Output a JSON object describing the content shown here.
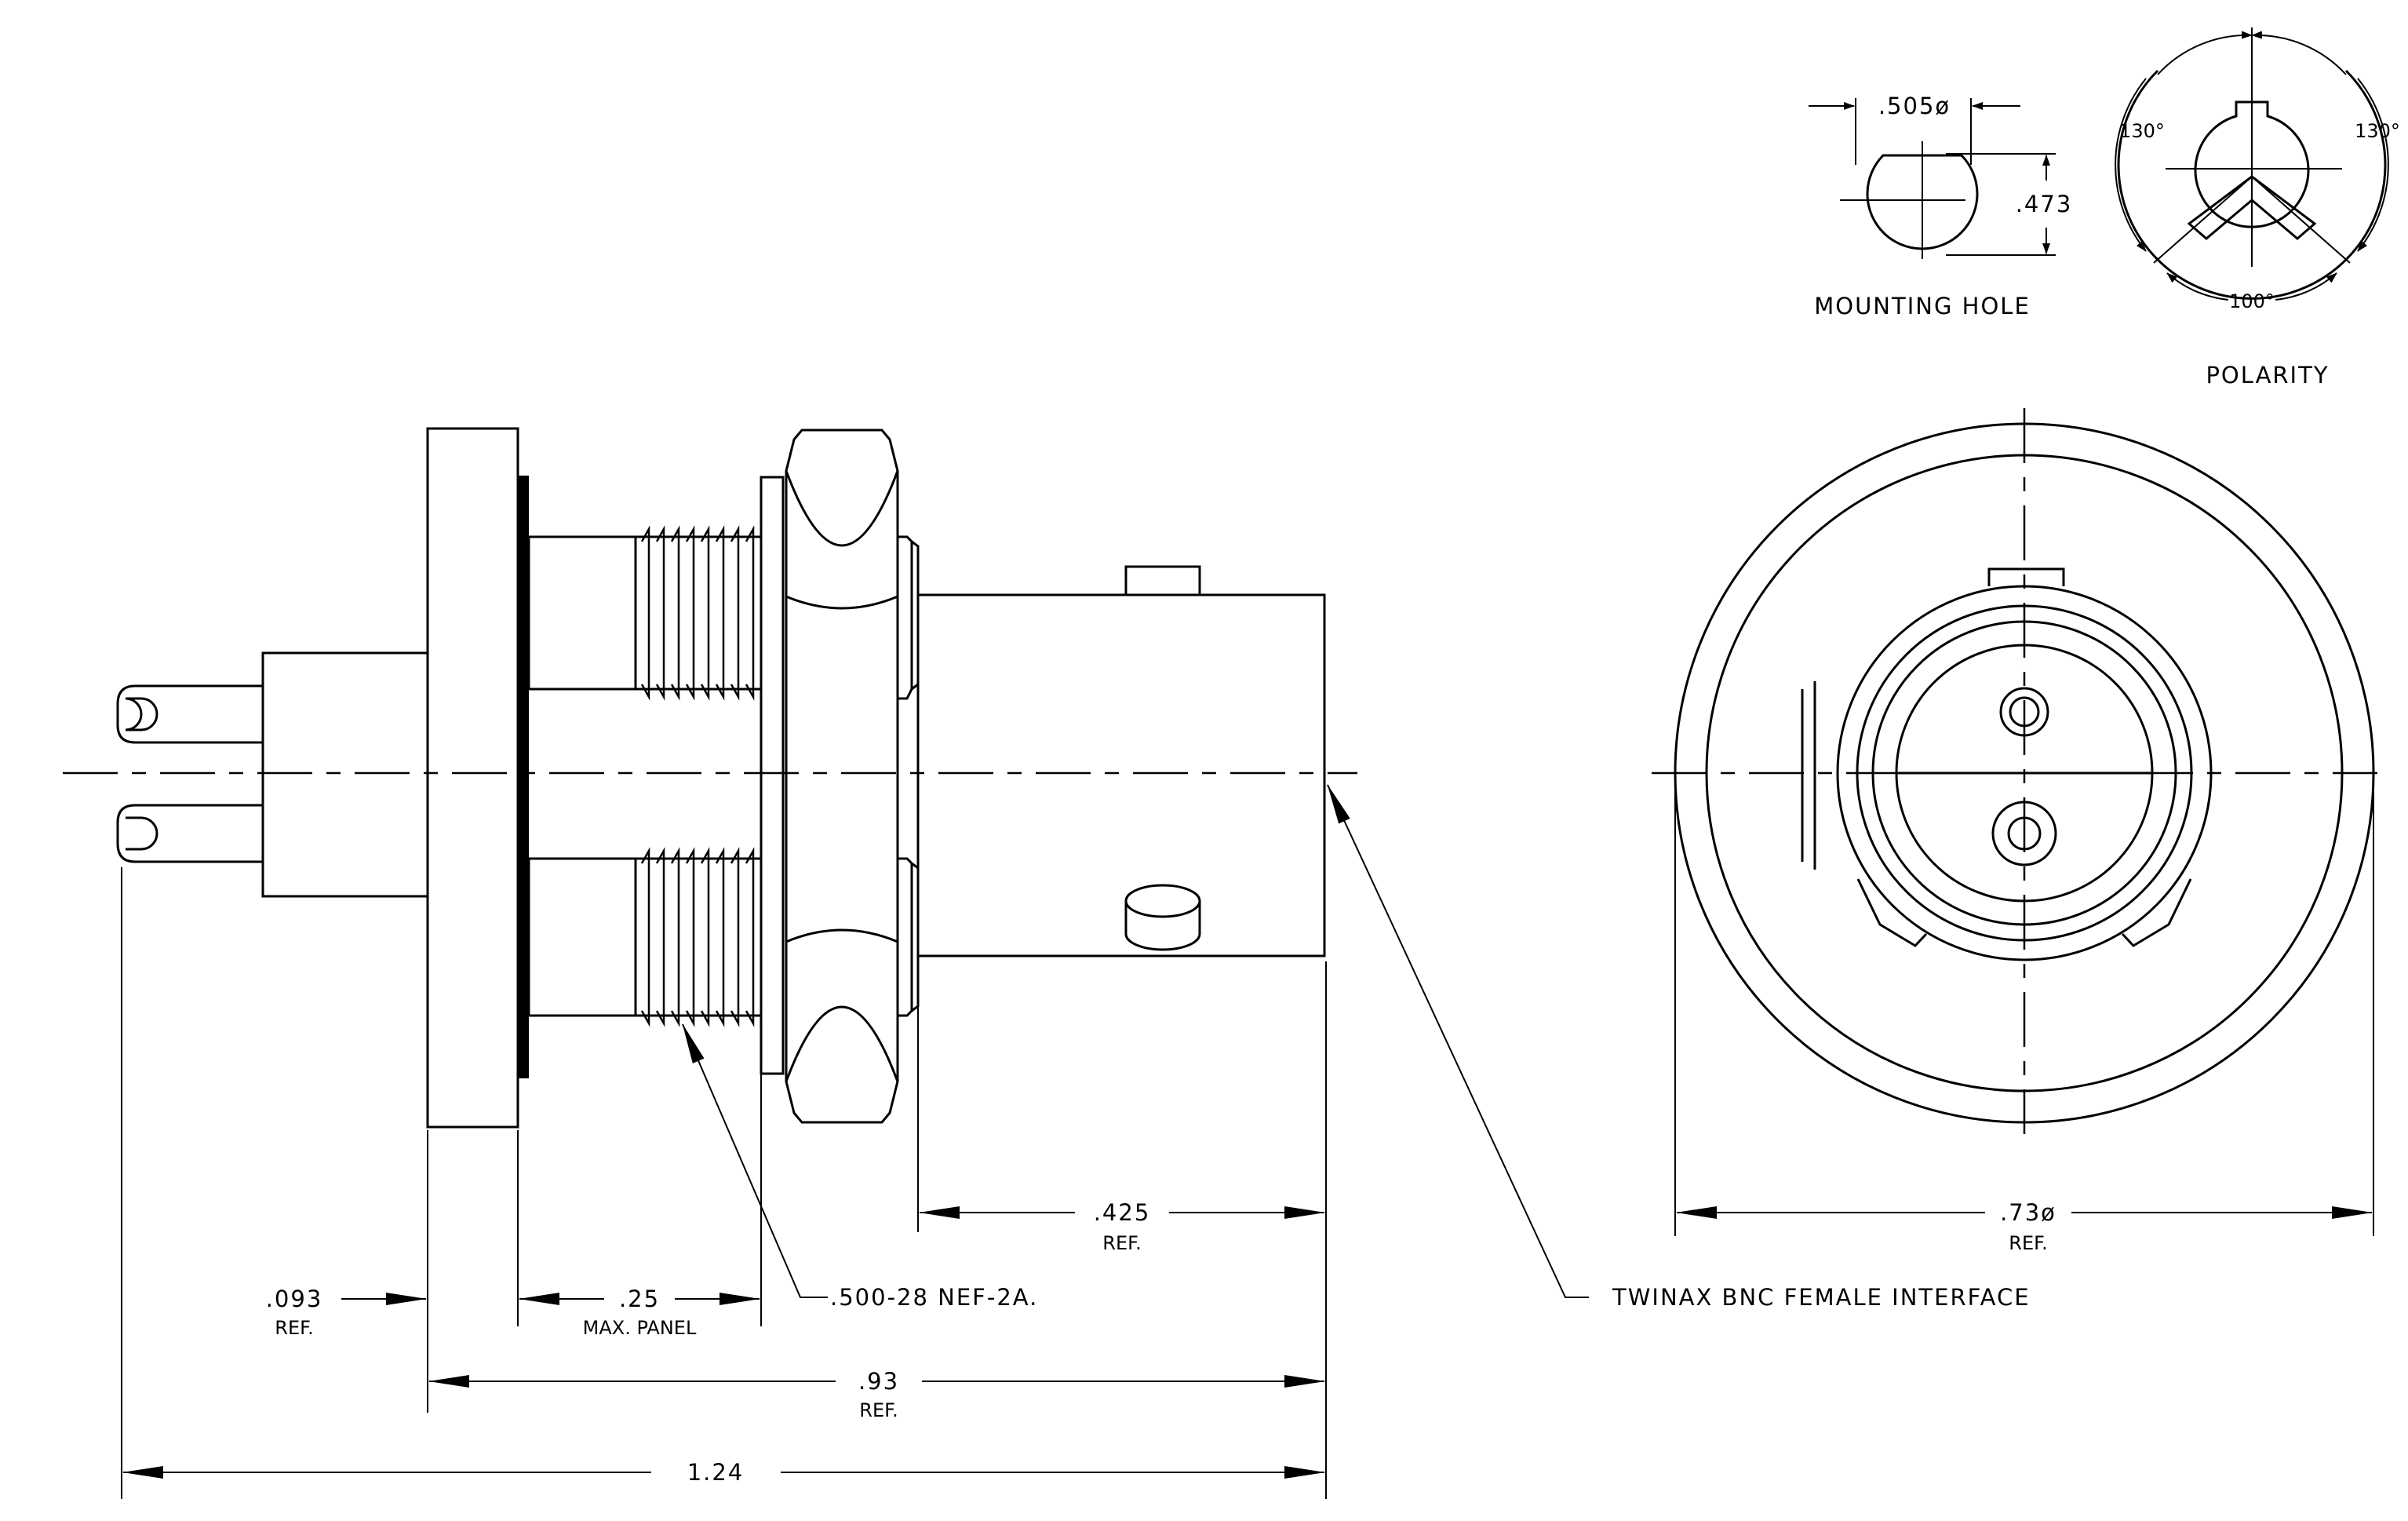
{
  "labels": {
    "mounting_hole": "MOUNTING HOLE",
    "polarity": "POLARITY",
    "thread_spec": ".500-28 NEF-2A.",
    "interface": "TWINAX BNC FEMALE INTERFACE"
  },
  "dimensions": {
    "hole_dia": ".505ø",
    "hole_flat": ".473",
    "angle_left": "130°",
    "angle_right": "130°",
    "angle_bottom": "100°",
    "flange_thk": ".093",
    "flange_thk_ref": "REF.",
    "panel": ".25",
    "panel_note": "MAX. PANEL",
    "body_len": ".425",
    "body_len_ref": "REF.",
    "mid_len": ".93",
    "mid_len_ref": "REF.",
    "overall_len": "1.24",
    "face_dia": ".73ø",
    "face_dia_ref": "REF."
  }
}
